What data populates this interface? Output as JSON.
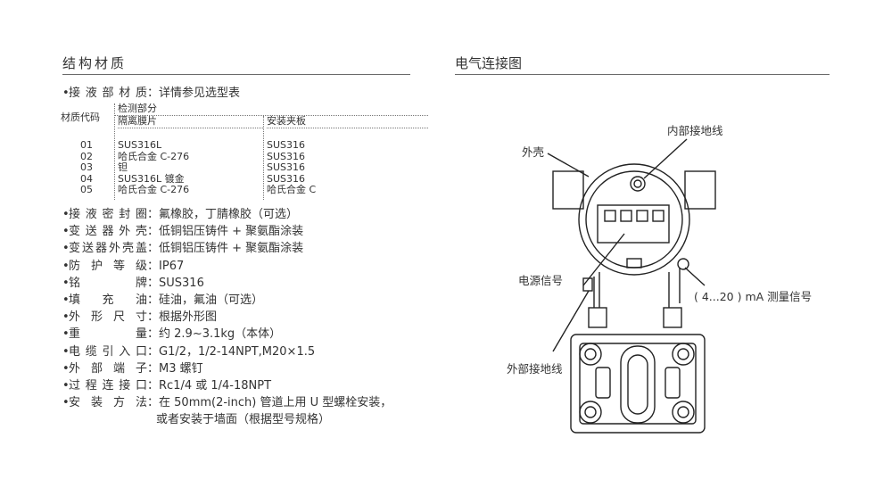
{
  "left": {
    "title": "结构材质",
    "table_intro": {
      "label": "接液部材质",
      "value": "详情参见选型表"
    },
    "table": {
      "code_header": "材质代码",
      "group_header": "检测部分",
      "col1_header": "隔离膜片",
      "col2_header": "安装夹板",
      "rows": [
        {
          "code": "01",
          "diaphragm": "SUS316L",
          "plate": "SUS316"
        },
        {
          "code": "02",
          "diaphragm": "哈氏合金 C-276",
          "plate": "SUS316"
        },
        {
          "code": "03",
          "diaphragm": "钽",
          "plate": "SUS316"
        },
        {
          "code": "04",
          "diaphragm": "SUS316L 镀金",
          "plate": "SUS316"
        },
        {
          "code": "05",
          "diaphragm": "哈氏合金 C-276",
          "plate": "哈氏合金 C"
        }
      ]
    },
    "specs": [
      {
        "label": "接液密封圈",
        "value": "氟橡胶，丁腈橡胶（可选）"
      },
      {
        "label": "变送器外壳",
        "value": "低铜铝压铸件 + 聚氨酯涂装"
      },
      {
        "label": "变送器外壳盖",
        "value": "低铜铝压铸件 + 聚氨酯涂装"
      },
      {
        "label": "防护等级",
        "value": "IP67"
      },
      {
        "label": "铭牌",
        "value": "SUS316"
      },
      {
        "label": "填充油",
        "value": "硅油，氟油（可选）"
      },
      {
        "label": "外形尺寸",
        "value": "根据外形图"
      },
      {
        "label": "重量",
        "value": "约 2.9~3.1kg（本体）"
      },
      {
        "label": "电缆引入口",
        "value": "G1/2，1/2-14NPT,M20×1.5"
      },
      {
        "label": "外部端子",
        "value": "M3 螺钉"
      },
      {
        "label": "过程连接口",
        "value": "Rc1/4 或 1/4-18NPT"
      },
      {
        "label": "安装方法",
        "value": "在 50mm(2-inch) 管道上用 U 型螺栓安装，"
      },
      {
        "label": "",
        "value": "或者安装于墙面（根据型号规格）"
      }
    ]
  },
  "right": {
    "title": "电气连接图",
    "labels": {
      "internal_ground": "内部接地线",
      "housing": "外壳",
      "power_signal": "电源信号",
      "measure_signal": "( 4...20 ) mA 测量信号",
      "external_ground": "外部接地线"
    }
  }
}
